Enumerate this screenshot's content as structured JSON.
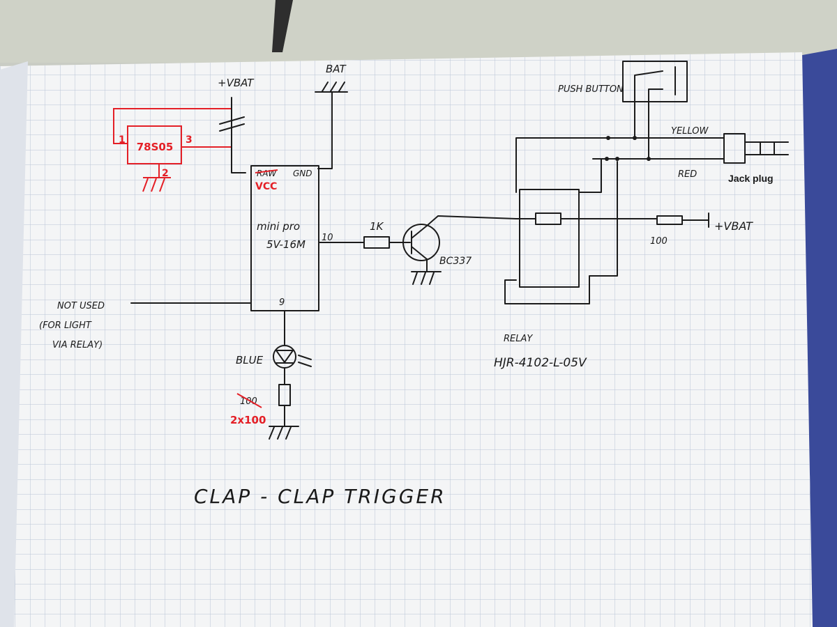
{
  "diagram": {
    "title": "CLAP - CLAP TRIGGER",
    "labels": {
      "vbat_top": "+VBAT",
      "bat": "BAT",
      "push_button": "PUSH BUTTON",
      "yellow": "YELLOW",
      "red_wire": "RED",
      "jack_plug": "Jack plug",
      "raw": "RAW",
      "gnd": "GND",
      "vcc": "VCC",
      "mini_pro_1": "mini pro",
      "mini_pro_2": "5V-16M",
      "pin_10": "10",
      "pin_9": "9",
      "res_1k": "1K",
      "bc337": "BC337",
      "res_100_relay": "100",
      "vbat_right": "+VBAT",
      "not_used_1": "NOT USED",
      "not_used_2": "(FOR LIGHT",
      "not_used_3": "VIA RELAY)",
      "blue": "BLUE",
      "res_100_struck": "100",
      "res_2x100": "2x100",
      "relay": "RELAY",
      "relay_part": "HJR-4102-L-05V",
      "reg_part": "78S05",
      "reg_pin1": "1",
      "reg_pin2": "2",
      "reg_pin3": "3"
    },
    "colors": {
      "paper": "#f4f5f6",
      "grid": "#b9c3d6",
      "ink": "#1b1b1b",
      "annotation": "#e41f26",
      "notebook_blue": "#3a4a9a"
    }
  }
}
